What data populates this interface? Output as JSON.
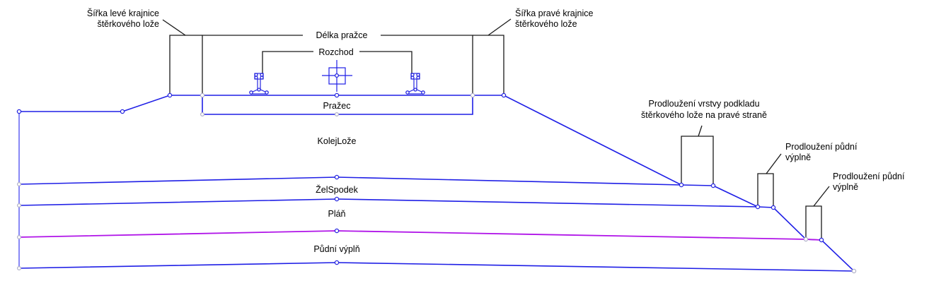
{
  "diagram": {
    "title": "Railway track cross-section subassembly",
    "labels": {
      "left_shoulder_width": [
        "Šířka levé krajnice",
        "štěrkového lože"
      ],
      "right_shoulder_width": [
        "Šířka pravé krajnice",
        "štěrkového lože"
      ],
      "sleeper_length": "Délka pražce",
      "gauge": "Rozchod",
      "sleeper": "Pražec",
      "ballast_bed": "KolejLože",
      "rail_subgrade": "ŽelSpodek",
      "formation": "Pláň",
      "soil_fill": "Půdní výplň",
      "ballast_base_extension_right": [
        "Prodloužení vrstvy podkladu",
        "štěrkového lože na pravé straně"
      ],
      "soil_fill_extension_1": [
        "Prodloužení půdní",
        "výplně"
      ],
      "soil_fill_extension_2": [
        "Prodloužení půdní",
        "výplně"
      ]
    },
    "colors": {
      "layer_line": "#1f1fe6",
      "formation_line": "#b014e8",
      "dimension_line": "#1a1a1a"
    }
  }
}
